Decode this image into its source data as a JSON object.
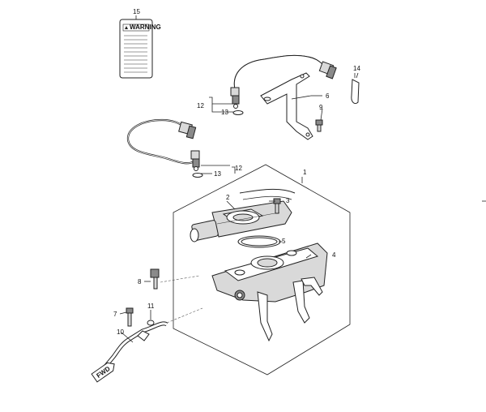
{
  "callouts": {
    "c1": "1",
    "c2": "2",
    "c3": "3",
    "c4": "4",
    "c5": "5",
    "c6": "6",
    "c7": "7",
    "c8": "8",
    "c9": "9",
    "c10": "10",
    "c11": "11",
    "c12a": "12",
    "c12b": "12",
    "c13a": "13",
    "c13b": "13",
    "c14": "14",
    "c15": "15"
  },
  "warning_label": {
    "header": "WARNING"
  },
  "fwd_marker": "FWD"
}
